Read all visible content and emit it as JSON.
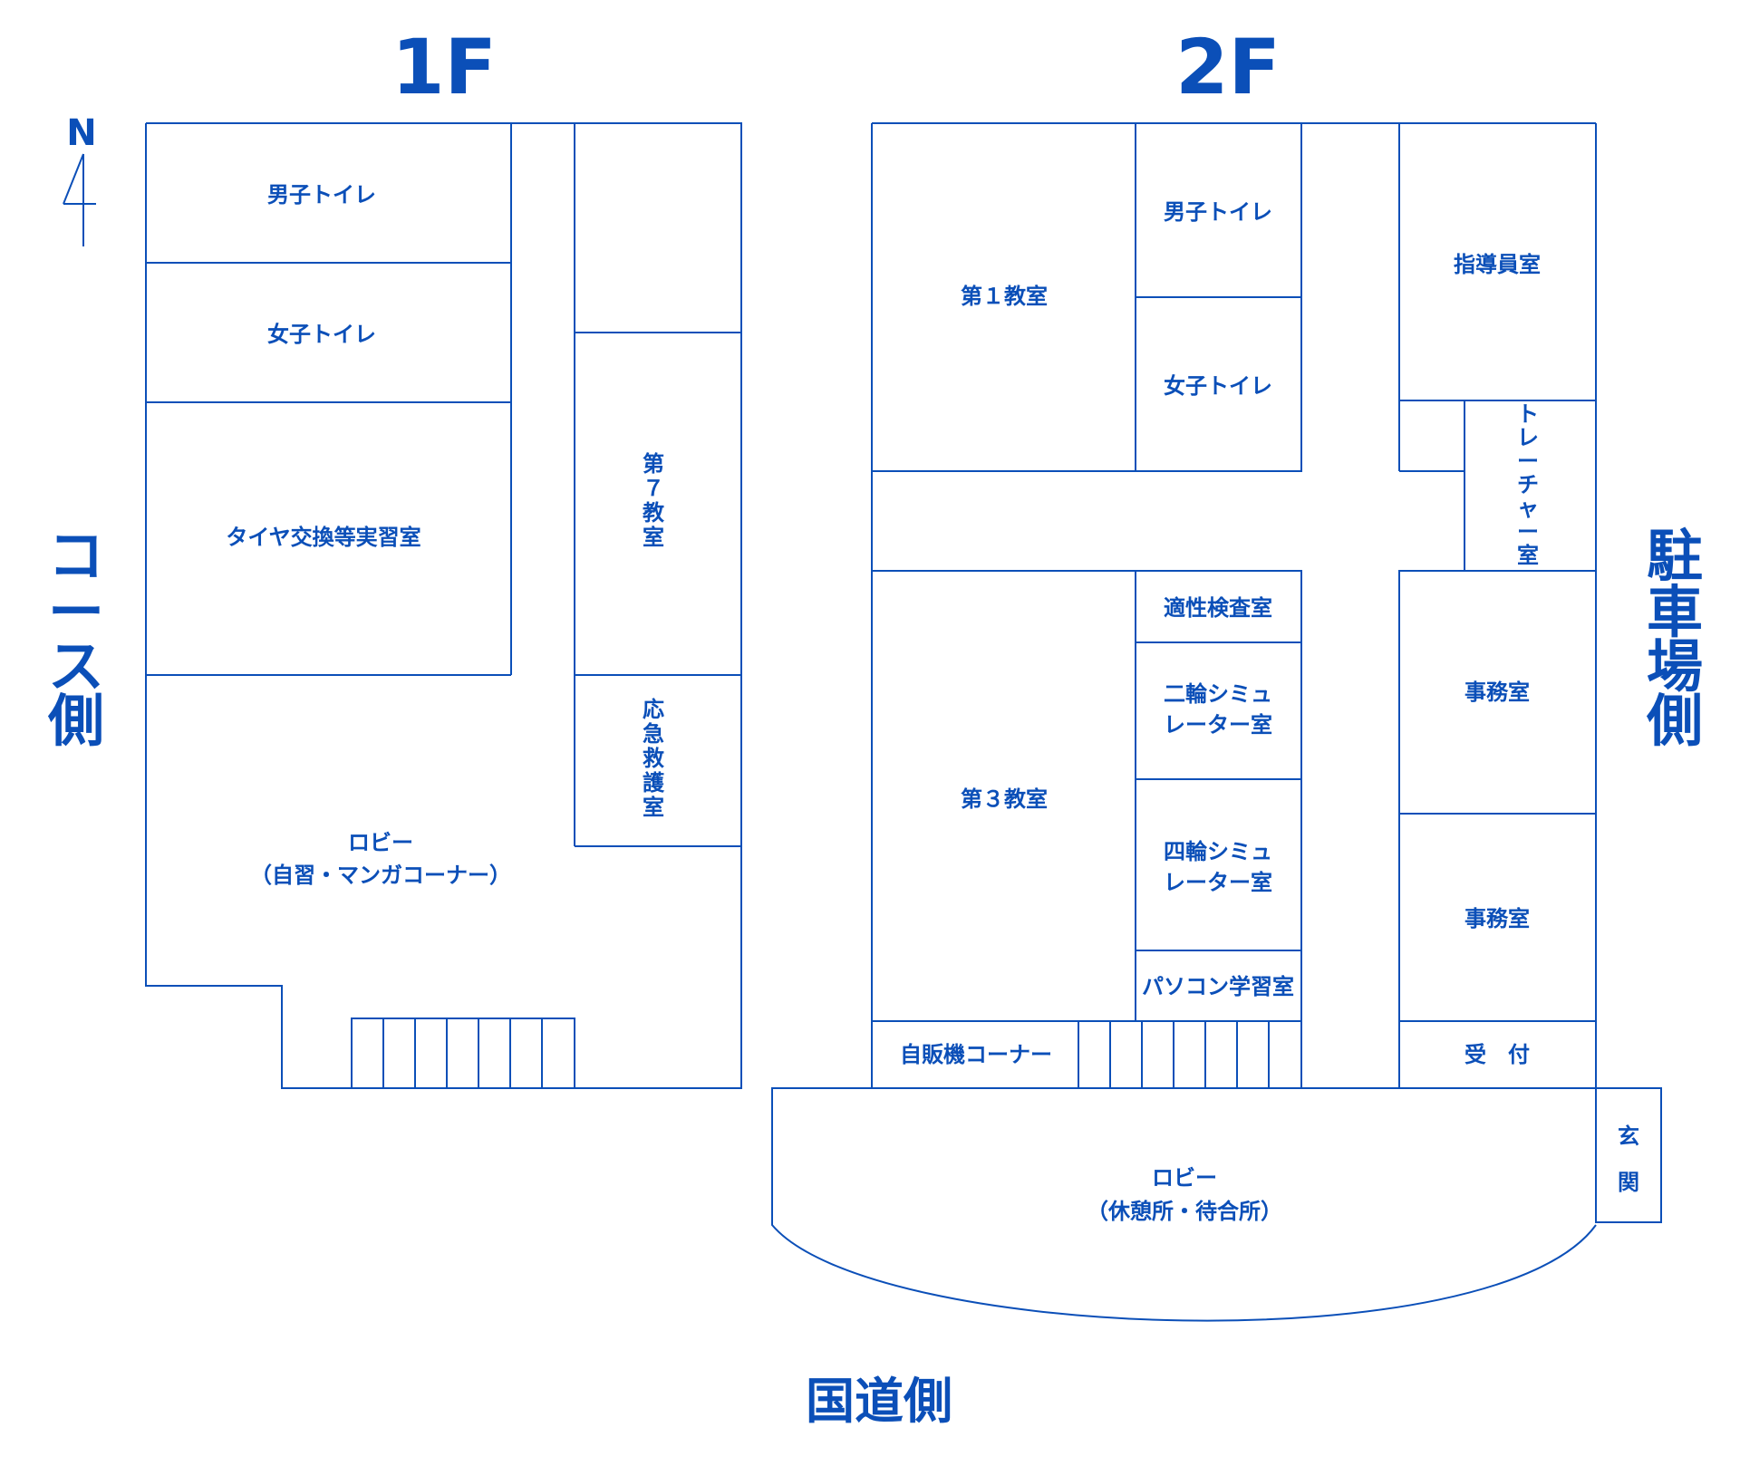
{
  "floors": {
    "first": "1F",
    "second": "2F"
  },
  "compass": {
    "letter": "N"
  },
  "directions": {
    "course_side": "コース側",
    "parking_side": "駐車場側",
    "highway_side": "国道側"
  },
  "floor1": {
    "mens_toilet": "男子トイレ",
    "womens_toilet": "女子トイレ",
    "tire_room": "タイヤ交換等実習室",
    "classroom7": "第７教室",
    "first_aid_room": "応急救護室",
    "lobby_line1": "ロビー",
    "lobby_line2": "（自習・マンガコーナー）"
  },
  "floor2": {
    "classroom1": "第１教室",
    "mens_toilet": "男子トイレ",
    "womens_toilet": "女子トイレ",
    "instructor_room": "指導員室",
    "trailer_room": "トレーラー室",
    "aptitude_room": "適性検査室",
    "moto_sim_line1": "二輪シミュ",
    "moto_sim_line2": "レーター室",
    "car_sim_line1": "四輪シミュ",
    "car_sim_line2": "レーター室",
    "classroom3": "第３教室",
    "pc_room": "パソコン学習室",
    "vending_corner": "自販機コーナー",
    "office_1": "事務室",
    "office_2": "事務室",
    "reception": "受　付",
    "entrance": "玄関",
    "lobby_line1": "ロビー",
    "lobby_line2": "（休憩所・待合所）"
  },
  "colors": {
    "line": "#0b4fb8",
    "background": "#ffffff"
  }
}
